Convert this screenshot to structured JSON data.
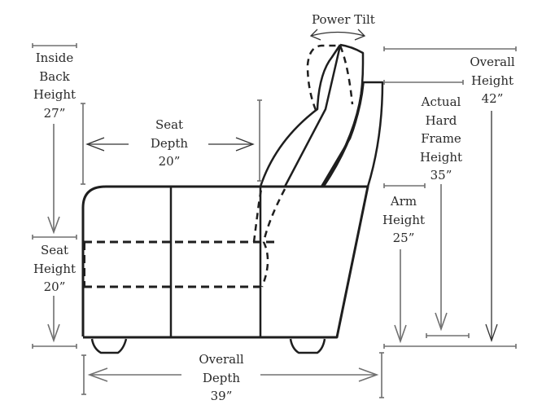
{
  "labels": {
    "power_tilt": "Power Tilt",
    "inside_back_height": [
      "Inside",
      "Back",
      "Height",
      "27”"
    ],
    "seat_depth": [
      "Seat",
      "Depth",
      "20”"
    ],
    "seat_height": [
      "Seat",
      "Height",
      "20”"
    ],
    "overall_height": [
      "Overall",
      "Height",
      "42”"
    ],
    "actual_hard_frame_height": [
      "Actual",
      "Hard",
      "Frame",
      "Height",
      "35”"
    ],
    "arm_height": [
      "Arm",
      "Height",
      "25”"
    ],
    "overall_depth": [
      "Overall",
      "Depth",
      "39”"
    ]
  },
  "colors": {
    "outline": "#1e1e1e",
    "dimension_line": "#707070",
    "text": "#2a2a2a"
  }
}
